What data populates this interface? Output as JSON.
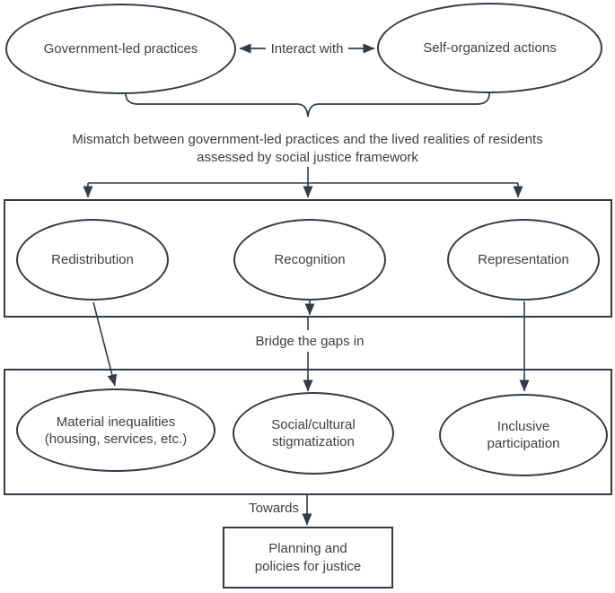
{
  "colors": {
    "stroke": "#323b46",
    "text": "#3f3f3f",
    "background": "#ffffff"
  },
  "top_section": {
    "government_ellipse": "Government-led practices",
    "interact_label": "Interact with",
    "self_organized_ellipse": "Self-organized actions"
  },
  "mismatch": {
    "line1": "Mismatch between government-led practices and the lived realities of residents",
    "line2": "assessed by social justice framework"
  },
  "framework_box": {
    "redistribution": "Redistribution",
    "recognition": "Recognition",
    "representation": "Representation"
  },
  "bridge_label": "Bridge the gaps in",
  "gaps_box": {
    "material_line1": "Material inequalities",
    "material_line2": "(housing, services, etc.)",
    "social_line1": "Social/cultural",
    "social_line2": "stigmatization",
    "inclusive_line1": "Inclusive",
    "inclusive_line2": "participation"
  },
  "towards_label": "Towards",
  "outcome_box": {
    "line1": "Planning and",
    "line2": "policies for justice"
  }
}
